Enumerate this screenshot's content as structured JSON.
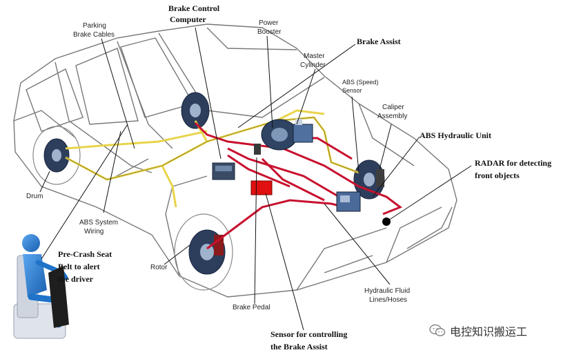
{
  "labels": {
    "brake_control_computer": [
      "Brake Control",
      "Computer"
    ],
    "parking_brake_cables": [
      "Parking",
      "Brake Cables"
    ],
    "power_booster": [
      "Power",
      "Booster"
    ],
    "brake_assist": [
      "Brake Assist"
    ],
    "master_cylinder": [
      "Master",
      "Cylinder"
    ],
    "abs_speed_sensor": [
      "ABS (Speed)",
      "Sensor"
    ],
    "caliper_assembly": [
      "Caliper",
      "Assembly"
    ],
    "abs_hydraulic_unit": [
      "ABS Hydraulic Unit"
    ],
    "radar": [
      "RADAR for detecting",
      "front objects"
    ],
    "drum": [
      "Drum"
    ],
    "abs_system_wiring": [
      "ABS System",
      "Wiring"
    ],
    "pre_crash_seat_belt": [
      "Pre-Crash Seat",
      "Belt to alert",
      "the driver"
    ],
    "rotor": [
      "Rotor"
    ],
    "brake_pedal": [
      "Brake Pedal"
    ],
    "hydraulic_fluid_lines": [
      "Hydraulic Fluid",
      "Lines/Hoses"
    ],
    "sensor_brake_assist": [
      "Sensor for controlling",
      "the Brake Assist"
    ]
  },
  "watermark": {
    "text": "电控知识搬运工",
    "icon": "wechat-icon"
  },
  "colors": {
    "hydraulic_line": "#c8102e",
    "wiring": "#e8d44a",
    "sensor": "#e01010",
    "person": "#1f73c9"
  }
}
